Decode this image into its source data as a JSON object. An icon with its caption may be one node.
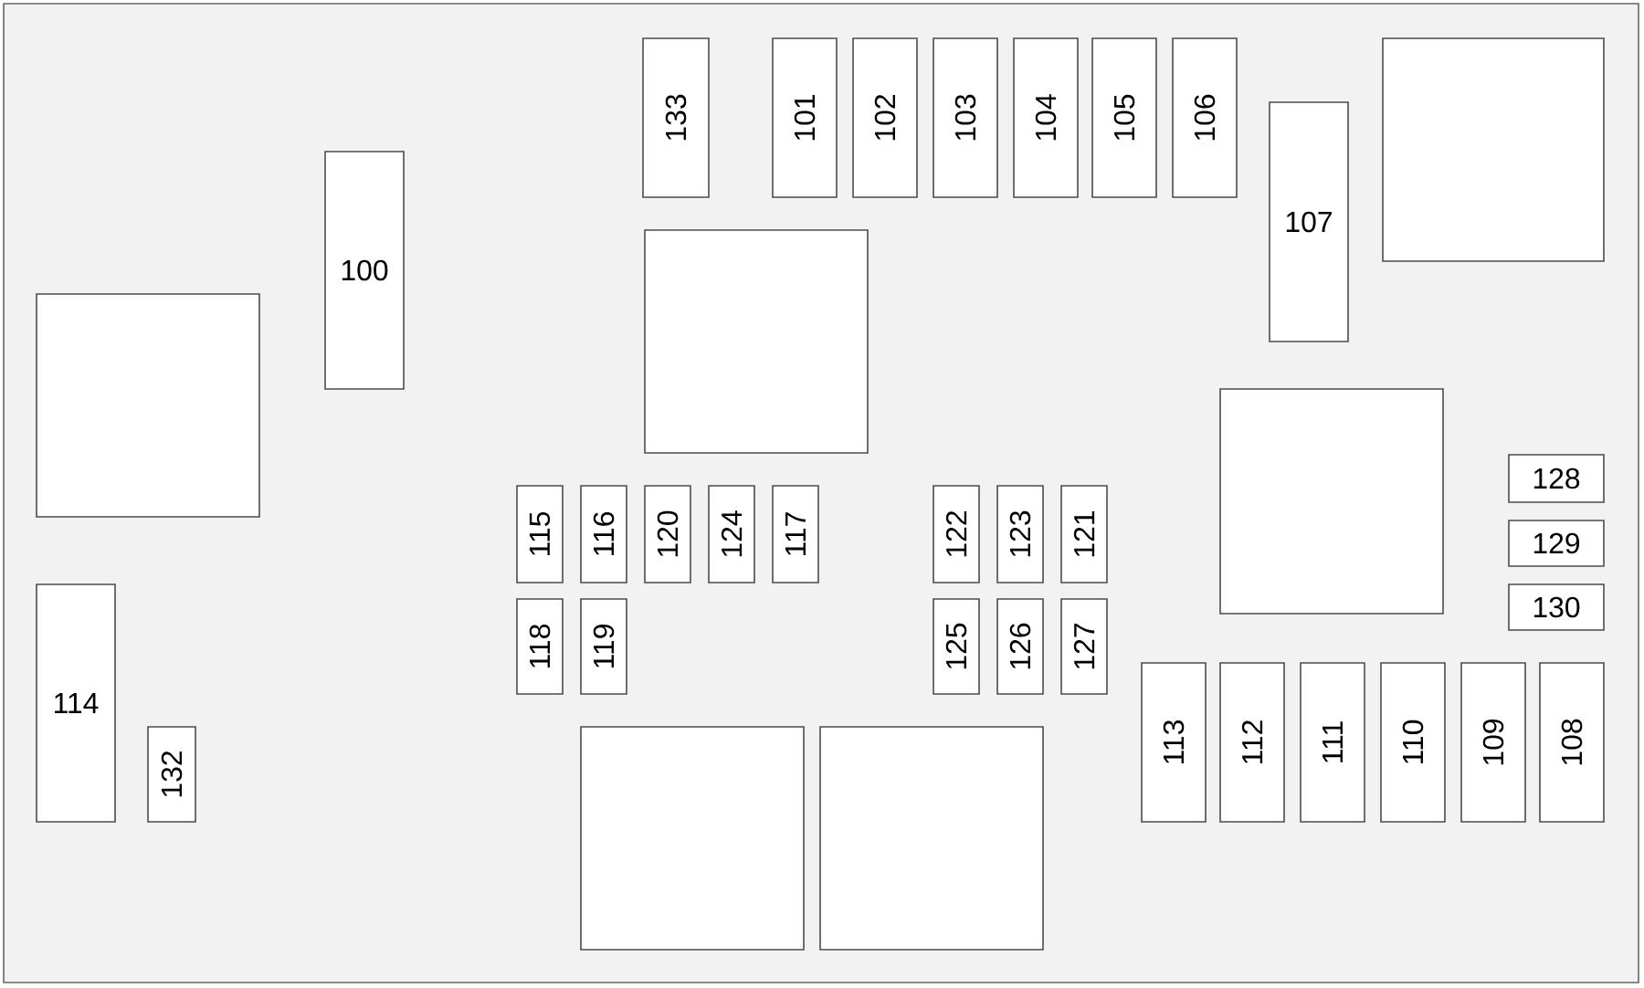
{
  "diagram": {
    "nodes": [
      {
        "text": [
          "133"
        ]
      },
      {
        "text": [
          "101"
        ]
      },
      {
        "text": [
          "102"
        ]
      },
      {
        "text": [
          "103"
        ]
      },
      {
        "text": [
          "104"
        ]
      },
      {
        "text": [
          "105"
        ]
      },
      {
        "text": [
          "106"
        ]
      },
      {
        "text": [],
        "shape": "box"
      },
      {
        "text": [
          "107"
        ]
      },
      {
        "text": [
          "100"
        ]
      },
      {
        "text": [],
        "shape": "box"
      },
      {
        "text": [],
        "shape": "box"
      },
      {
        "text": [],
        "shape": "box"
      },
      {
        "text": [
          "128"
        ]
      },
      {
        "text": [
          "115"
        ]
      },
      {
        "text": [
          "116"
        ]
      },
      {
        "text": [
          "120"
        ]
      },
      {
        "text": [
          "124"
        ]
      },
      {
        "text": [
          "117"
        ]
      },
      {
        "text": [
          "122"
        ]
      },
      {
        "text": [
          "123"
        ]
      },
      {
        "text": [
          "121"
        ]
      },
      {
        "text": [
          "129"
        ]
      },
      {
        "text": [
          "114"
        ]
      },
      {
        "text": [
          "130"
        ]
      },
      {
        "text": [
          "118"
        ]
      },
      {
        "text": [
          "119"
        ]
      },
      {
        "text": [
          "125"
        ]
      },
      {
        "text": [
          "126"
        ]
      },
      {
        "text": [
          "127"
        ]
      },
      {
        "text": [
          "113"
        ]
      },
      {
        "text": [
          "112"
        ]
      },
      {
        "text": [
          "111"
        ]
      },
      {
        "text": [
          "110"
        ]
      },
      {
        "text": [
          "109"
        ]
      },
      {
        "text": [
          "108"
        ]
      },
      {
        "text": [
          "132"
        ]
      },
      {
        "text": [],
        "shape": "box"
      },
      {
        "text": [],
        "shape": "box"
      }
    ]
  }
}
